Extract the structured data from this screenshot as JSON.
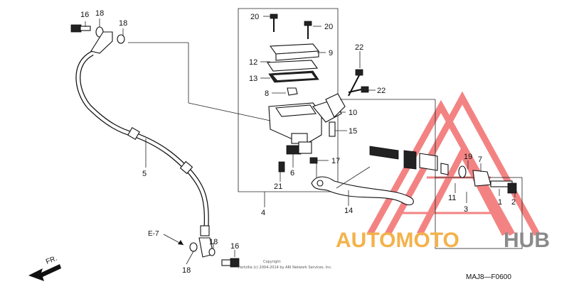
{
  "diagram": {
    "code": "MAJ8—F0600",
    "ref_label": "E-7",
    "direction_label": "FR.",
    "copyright_line1": "Copyright",
    "copyright_line2": "Partzilla (c) 2004-2014 by ARI Network Services, Inc.",
    "callouts": {
      "c16a": "16",
      "c18a": "18",
      "c18b": "18",
      "c20a": "20",
      "c20b": "20",
      "c9": "9",
      "c12": "12",
      "c13": "13",
      "c8": "8",
      "c22a": "22",
      "c22b": "22",
      "c10": "10",
      "c15": "15",
      "c6": "6",
      "c17": "17",
      "c21": "21",
      "c4": "4",
      "c5": "5",
      "c14": "14",
      "c19": "19",
      "c7": "7",
      "c11": "11",
      "c3": "3",
      "c1": "1",
      "c2": "2",
      "c18c": "18",
      "c18d": "18",
      "c16b": "16"
    }
  },
  "watermark": {
    "word_a": "AUTOMOTO",
    "word_b": "HUB",
    "color_a": "#f3b24a",
    "color_b": "#8a8a8a",
    "triangle_color": "#f05a5a"
  }
}
